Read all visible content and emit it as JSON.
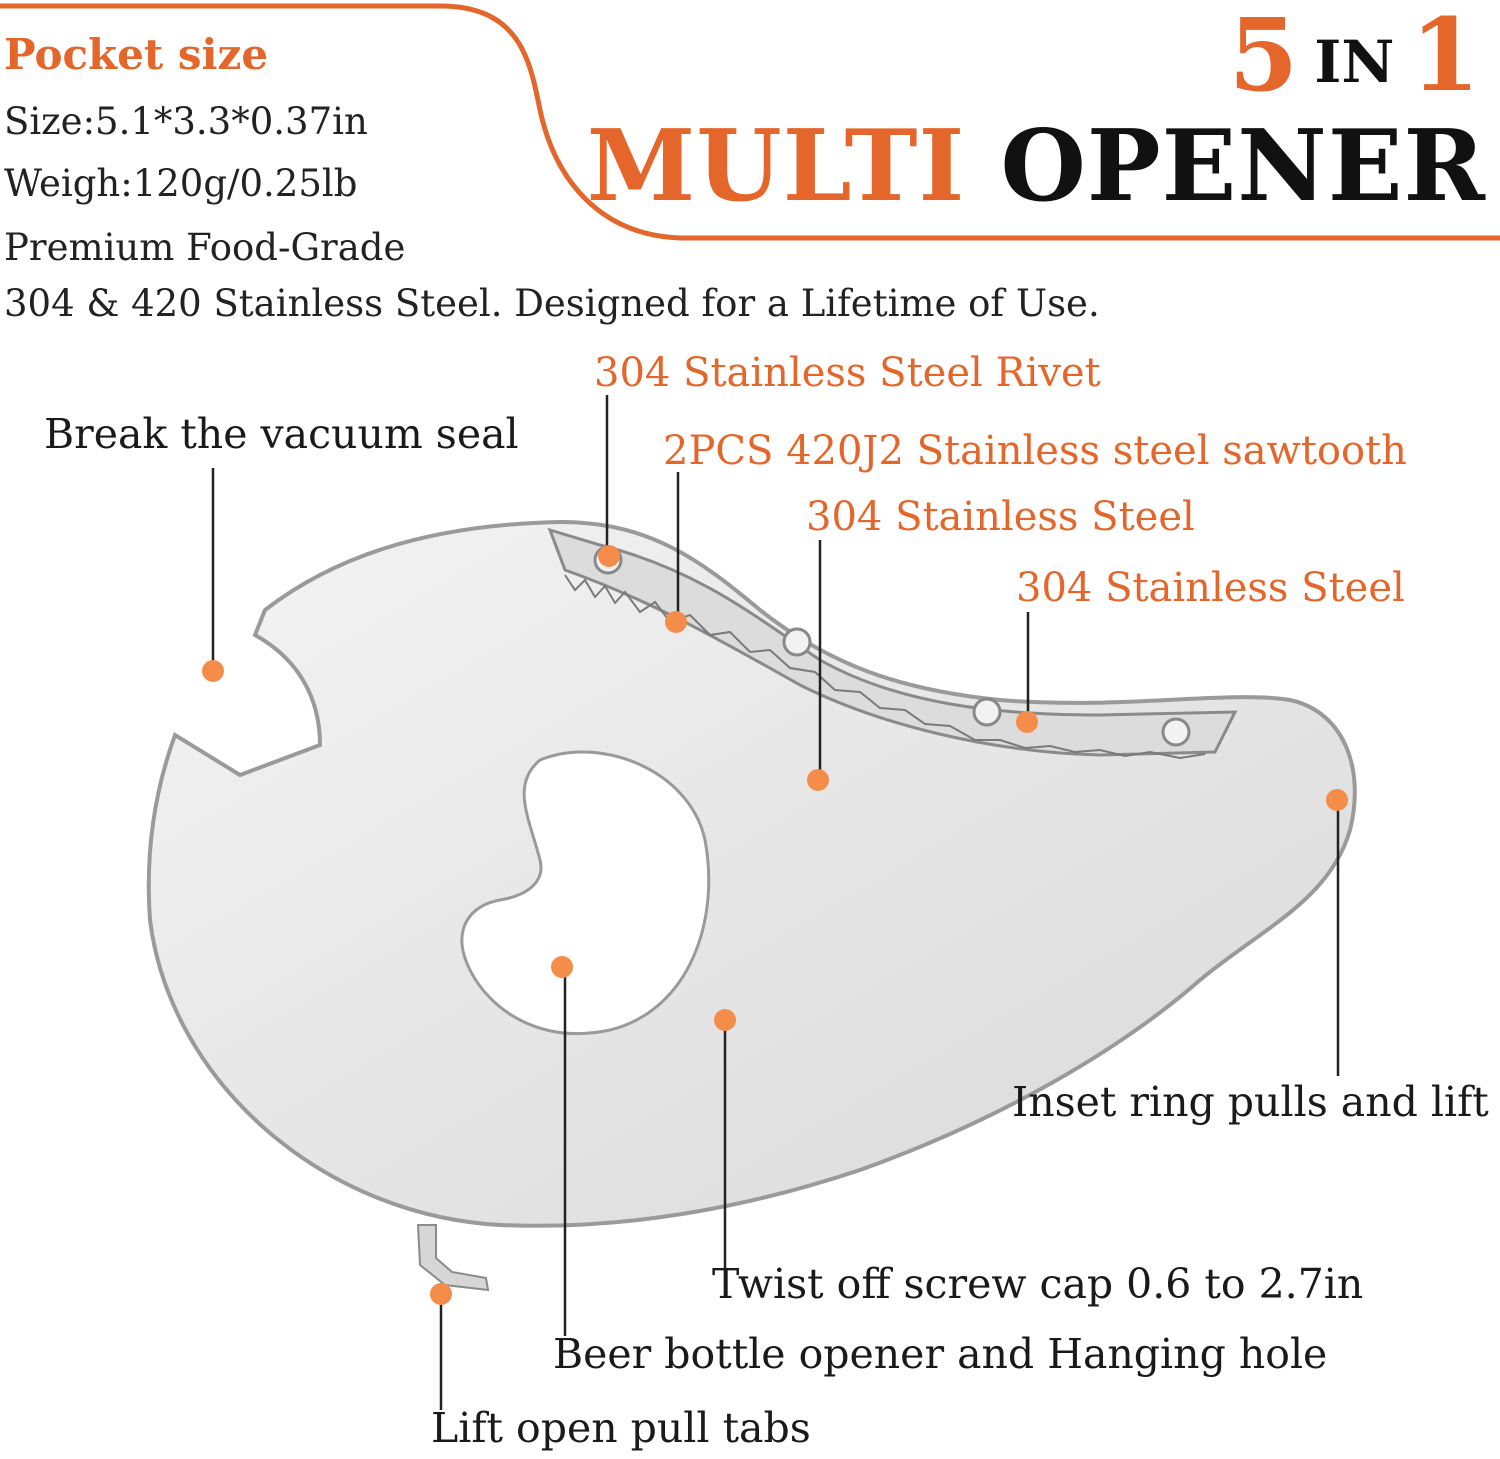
{
  "colors": {
    "accent": "#e4662b",
    "dot": "#f58d4a",
    "text_dark": "#1a1a1a",
    "steel_light": "#ececec",
    "steel_edge": "#9a9a9a"
  },
  "specs": {
    "heading": "Pocket size",
    "size": "Size:5.1*3.3*0.37in",
    "weight": "Weigh:120g/0.25lb",
    "material_line1": "Premium Food-Grade",
    "material_line2": "304 & 420 Stainless Steel. Designed for a Lifetime of Use."
  },
  "title": {
    "num1": "5",
    "in": "IN",
    "num2": "1",
    "word1": "MULTI",
    "word2": "OPENER"
  },
  "callouts": {
    "rivet": "304 Stainless Steel Rivet",
    "sawtooth": "2PCS 420J2 Stainless steel sawtooth",
    "steel_a": "304 Stainless Steel",
    "steel_b": "304 Stainless Steel",
    "vacuum": "Break the vacuum seal",
    "ring_pull": "Inset ring pulls and lift",
    "screw_cap": "Twist off screw cap 0.6 to 2.7in",
    "bottle": "Beer bottle opener and Hanging hole",
    "pull_tabs": "Lift open pull tabs"
  },
  "product_image": {
    "icon": "multi-opener-tool-icon"
  }
}
